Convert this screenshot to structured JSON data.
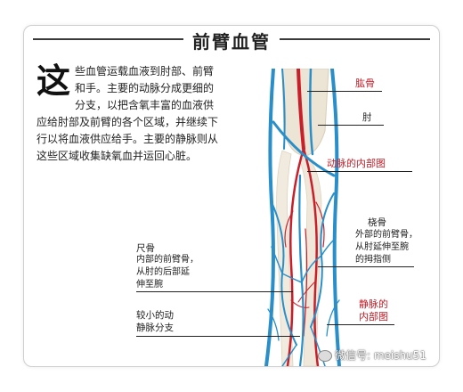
{
  "title": "前臂血管",
  "intro": {
    "dropcap": "这",
    "text": "些血管运载血液到肘部、前臂和手。主要的动脉分成更细的分支，以把含氧丰富的血液供应给肘部及前臂的各个区域，并继续下行以将血液供应给手。主要的静脉则从这些区域收集缺氧血并运回心脏。"
  },
  "labels": {
    "humerus": "肱骨",
    "elbow": "肘",
    "artery_interior": "动脉的内部图",
    "radius_l1": "桡骨",
    "radius_l2": "外部的前臂骨，",
    "radius_l3": "从肘延伸至腕",
    "radius_l4": "的拇指侧",
    "ulna_l1": "尺骨",
    "ulna_l2": "内部的前臂骨，",
    "ulna_l3": "从肘的后部延",
    "ulna_l4": "伸至腕",
    "vein_interior_l1": "静脉的",
    "vein_interior_l2": "内部图",
    "small_branches_l1": "较小的动",
    "small_branches_l2": "静脉分支"
  },
  "watermark": "微信号: meishu51",
  "colors": {
    "artery": "#c8202a",
    "vein": "#2a8fc8",
    "bone": "#ece4d4"
  }
}
